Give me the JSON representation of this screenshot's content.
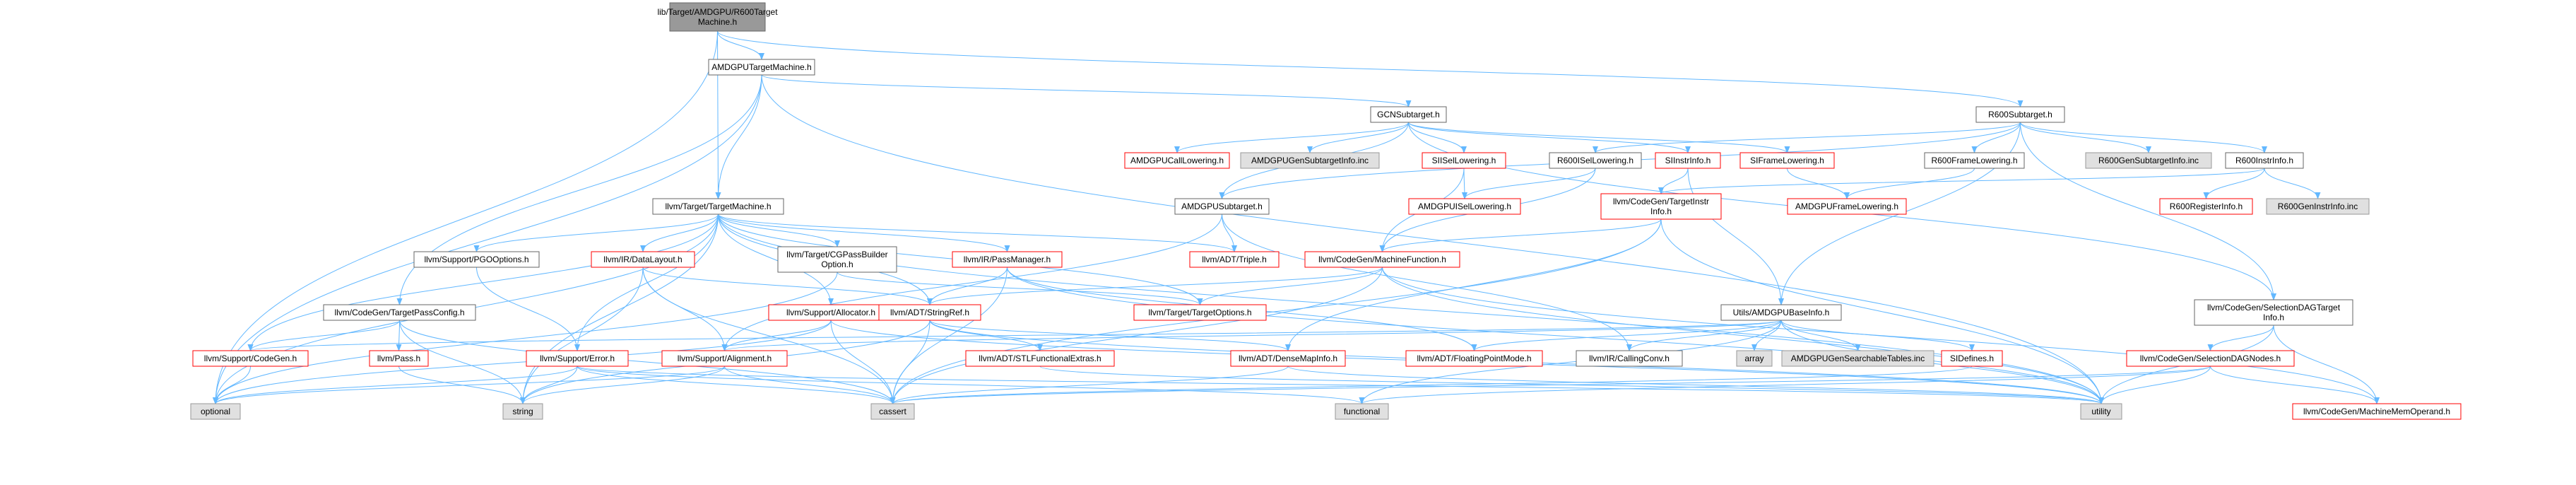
{
  "nodes": [
    {
      "id": "root",
      "label": [
        "lib/Target/AMDGPU/R600Target",
        "Machine.h"
      ],
      "style": "root",
      "link": false
    },
    {
      "id": "amdgpu_tm",
      "label": [
        "AMDGPUTargetMachine.h"
      ],
      "style": "normal",
      "link": false
    },
    {
      "id": "r600_sub",
      "label": [
        "R600Subtarget.h"
      ],
      "style": "normal",
      "link": false
    },
    {
      "id": "gcn_sub",
      "label": [
        "GCNSubtarget.h"
      ],
      "style": "normal",
      "link": false
    },
    {
      "id": "amdgpu_calllower",
      "label": [
        "AMDGPUCallLowering.h"
      ],
      "style": "red",
      "link": true
    },
    {
      "id": "amdgpu_gensub_inc",
      "label": [
        "AMDGPUGenSubtargetInfo.inc"
      ],
      "style": "gray",
      "link": false
    },
    {
      "id": "si_isel",
      "label": [
        "SIISelLowering.h"
      ],
      "style": "red",
      "link": true
    },
    {
      "id": "r600_isel",
      "label": [
        "R600ISelLowering.h"
      ],
      "style": "normal",
      "link": false
    },
    {
      "id": "si_instr",
      "label": [
        "SIInstrInfo.h"
      ],
      "style": "red",
      "link": true
    },
    {
      "id": "si_frame",
      "label": [
        "SIFrameLowering.h"
      ],
      "style": "red",
      "link": true
    },
    {
      "id": "r600_frame",
      "label": [
        "R600FrameLowering.h"
      ],
      "style": "normal",
      "link": false
    },
    {
      "id": "r600_gensub_inc",
      "label": [
        "R600GenSubtargetInfo.inc"
      ],
      "style": "gray",
      "link": false
    },
    {
      "id": "r600_instr",
      "label": [
        "R600InstrInfo.h"
      ],
      "style": "normal",
      "link": false
    },
    {
      "id": "target_machine",
      "label": [
        "llvm/Target/TargetMachine.h"
      ],
      "style": "normal",
      "link": false
    },
    {
      "id": "amdgpu_sub",
      "label": [
        "AMDGPUSubtarget.h"
      ],
      "style": "normal",
      "link": false
    },
    {
      "id": "amdgpu_isel",
      "label": [
        "AMDGPUISelLowering.h"
      ],
      "style": "red",
      "link": true
    },
    {
      "id": "tgt_instr",
      "label": [
        "llvm/CodeGen/TargetInstr",
        "Info.h"
      ],
      "style": "red",
      "link": true
    },
    {
      "id": "amdgpu_frame",
      "label": [
        "AMDGPUFrameLowering.h"
      ],
      "style": "red",
      "link": true
    },
    {
      "id": "r600_reg",
      "label": [
        "R600RegisterInfo.h"
      ],
      "style": "red",
      "link": true
    },
    {
      "id": "r600_geninstr_inc",
      "label": [
        "R600GenInstrInfo.inc"
      ],
      "style": "gray",
      "link": false
    },
    {
      "id": "pgo",
      "label": [
        "llvm/Support/PGOOptions.h"
      ],
      "style": "normal",
      "link": false
    },
    {
      "id": "datalayout",
      "label": [
        "llvm/IR/DataLayout.h"
      ],
      "style": "red",
      "link": true
    },
    {
      "id": "cgpass",
      "label": [
        "llvm/Target/CGPassBuilder",
        "Option.h"
      ],
      "style": "normal",
      "link": false
    },
    {
      "id": "passmgr",
      "label": [
        "llvm/IR/PassManager.h"
      ],
      "style": "red",
      "link": true
    },
    {
      "id": "triple",
      "label": [
        "llvm/ADT/Triple.h"
      ],
      "style": "red",
      "link": true
    },
    {
      "id": "mfunc",
      "label": [
        "llvm/CodeGen/MachineFunction.h"
      ],
      "style": "red",
      "link": true
    },
    {
      "id": "tpconfig",
      "label": [
        "llvm/CodeGen/TargetPassConfig.h"
      ],
      "style": "normal",
      "link": false
    },
    {
      "id": "allocator",
      "label": [
        "llvm/Support/Allocator.h"
      ],
      "style": "red",
      "link": true
    },
    {
      "id": "stringref",
      "label": [
        "llvm/ADT/StringRef.h"
      ],
      "style": "red",
      "link": true
    },
    {
      "id": "tgtopts",
      "label": [
        "llvm/Target/TargetOptions.h"
      ],
      "style": "red",
      "link": true
    },
    {
      "id": "basefo",
      "label": [
        "Utils/AMDGPUBaseInfo.h"
      ],
      "style": "normal",
      "link": false
    },
    {
      "id": "seldag_tgt",
      "label": [
        "llvm/CodeGen/SelectionDAGTarget",
        "Info.h"
      ],
      "style": "normal",
      "link": false
    },
    {
      "id": "supp_codegen",
      "label": [
        "llvm/Support/CodeGen.h"
      ],
      "style": "red",
      "link": true
    },
    {
      "id": "pass",
      "label": [
        "llvm/Pass.h"
      ],
      "style": "red",
      "link": true
    },
    {
      "id": "supp_error",
      "label": [
        "llvm/Support/Error.h"
      ],
      "style": "red",
      "link": true
    },
    {
      "id": "supp_align",
      "label": [
        "llvm/Support/Alignment.h"
      ],
      "style": "red",
      "link": true
    },
    {
      "id": "stlfunc",
      "label": [
        "llvm/ADT/STLFunctionalExtras.h"
      ],
      "style": "red",
      "link": true
    },
    {
      "id": "densemapinfo",
      "label": [
        "llvm/ADT/DenseMapInfo.h"
      ],
      "style": "red",
      "link": true
    },
    {
      "id": "floatpt",
      "label": [
        "llvm/ADT/FloatingPointMode.h"
      ],
      "style": "red",
      "link": true
    },
    {
      "id": "callingconv",
      "label": [
        "llvm/IR/CallingConv.h"
      ],
      "style": "normal",
      "link": false
    },
    {
      "id": "array",
      "label": [
        "array"
      ],
      "style": "gray",
      "link": false
    },
    {
      "id": "searchable_inc",
      "label": [
        "AMDGPUGenSearchableTables.inc"
      ],
      "style": "gray",
      "link": false
    },
    {
      "id": "sidefines",
      "label": [
        "SIDefines.h"
      ],
      "style": "red",
      "link": true
    },
    {
      "id": "seldagnodes",
      "label": [
        "llvm/CodeGen/SelectionDAGNodes.h"
      ],
      "style": "red",
      "link": true
    },
    {
      "id": "optional",
      "label": [
        "optional"
      ],
      "style": "gray",
      "link": false
    },
    {
      "id": "string",
      "label": [
        "string"
      ],
      "style": "gray",
      "link": false
    },
    {
      "id": "cassert",
      "label": [
        "cassert"
      ],
      "style": "gray",
      "link": false
    },
    {
      "id": "functional",
      "label": [
        "functional"
      ],
      "style": "gray",
      "link": false
    },
    {
      "id": "utility",
      "label": [
        "utility"
      ],
      "style": "gray",
      "link": false
    },
    {
      "id": "mmo",
      "label": [
        "llvm/CodeGen/MachineMemOperand.h"
      ],
      "style": "red",
      "link": true
    }
  ],
  "edges": [
    [
      "root",
      "amdgpu_tm"
    ],
    [
      "root",
      "r600_sub"
    ],
    [
      "root",
      "target_machine"
    ],
    [
      "root",
      "optional"
    ],
    [
      "amdgpu_tm",
      "gcn_sub"
    ],
    [
      "amdgpu_tm",
      "target_machine"
    ],
    [
      "amdgpu_tm",
      "tpconfig"
    ],
    [
      "amdgpu_tm",
      "optional"
    ],
    [
      "amdgpu_tm",
      "utility"
    ],
    [
      "gcn_sub",
      "amdgpu_calllower"
    ],
    [
      "gcn_sub",
      "amdgpu_gensub_inc"
    ],
    [
      "gcn_sub",
      "si_isel"
    ],
    [
      "gcn_sub",
      "si_frame"
    ],
    [
      "gcn_sub",
      "si_instr"
    ],
    [
      "gcn_sub",
      "amdgpu_sub"
    ],
    [
      "gcn_sub",
      "seldag_tgt"
    ],
    [
      "r600_sub",
      "r600_isel"
    ],
    [
      "r600_sub",
      "r600_frame"
    ],
    [
      "r600_sub",
      "r600_gensub_inc"
    ],
    [
      "r600_sub",
      "r600_instr"
    ],
    [
      "r600_sub",
      "amdgpu_sub"
    ],
    [
      "r600_sub",
      "basefo"
    ],
    [
      "r600_sub",
      "seldag_tgt"
    ],
    [
      "si_isel",
      "amdgpu_isel"
    ],
    [
      "si_isel",
      "mfunc"
    ],
    [
      "r600_isel",
      "amdgpu_isel"
    ],
    [
      "r600_isel",
      "mfunc"
    ],
    [
      "si_instr",
      "tgt_instr"
    ],
    [
      "si_instr",
      "basefo"
    ],
    [
      "si_frame",
      "amdgpu_frame"
    ],
    [
      "r600_frame",
      "amdgpu_frame"
    ],
    [
      "r600_instr",
      "r600_reg"
    ],
    [
      "r600_instr",
      "r600_geninstr_inc"
    ],
    [
      "r600_instr",
      "tgt_instr"
    ],
    [
      "target_machine",
      "pgo"
    ],
    [
      "target_machine",
      "datalayout"
    ],
    [
      "target_machine",
      "cgpass"
    ],
    [
      "target_machine",
      "passmgr"
    ],
    [
      "target_machine",
      "triple"
    ],
    [
      "target_machine",
      "stringref"
    ],
    [
      "target_machine",
      "allocator"
    ],
    [
      "target_machine",
      "supp_codegen"
    ],
    [
      "target_machine",
      "tgtopts"
    ],
    [
      "target_machine",
      "optional"
    ],
    [
      "target_machine",
      "string"
    ],
    [
      "target_machine",
      "utility"
    ],
    [
      "target_machine",
      "supp_error"
    ],
    [
      "amdgpu_sub",
      "triple"
    ],
    [
      "amdgpu_sub",
      "supp_align"
    ],
    [
      "amdgpu_sub",
      "callingconv"
    ],
    [
      "tgt_instr",
      "mfunc"
    ],
    [
      "tgt_instr",
      "densemapinfo"
    ],
    [
      "tgt_instr",
      "utility"
    ],
    [
      "tgt_instr",
      "cassert"
    ],
    [
      "mfunc",
      "tgtopts"
    ],
    [
      "mfunc",
      "stringref"
    ],
    [
      "mfunc",
      "mmo"
    ],
    [
      "mfunc",
      "cassert"
    ],
    [
      "mfunc",
      "utility"
    ],
    [
      "pgo",
      "supp_error"
    ],
    [
      "datalayout",
      "stringref"
    ],
    [
      "datalayout",
      "supp_align"
    ],
    [
      "datalayout",
      "cassert"
    ],
    [
      "datalayout",
      "string"
    ],
    [
      "cgpass",
      "tgtopts"
    ],
    [
      "cgpass",
      "optional"
    ],
    [
      "passmgr",
      "stringref"
    ],
    [
      "passmgr",
      "cassert"
    ],
    [
      "passmgr",
      "utility"
    ],
    [
      "passmgr",
      "floatpt"
    ],
    [
      "tpconfig",
      "supp_codegen"
    ],
    [
      "tpconfig",
      "pass"
    ],
    [
      "tpconfig",
      "string"
    ],
    [
      "tpconfig",
      "cassert"
    ],
    [
      "allocator",
      "supp_align"
    ],
    [
      "allocator",
      "cassert"
    ],
    [
      "allocator",
      "utility"
    ],
    [
      "allocator",
      "optional"
    ],
    [
      "stringref",
      "stlfunc"
    ],
    [
      "stringref",
      "densemapinfo"
    ],
    [
      "stringref",
      "cassert"
    ],
    [
      "stringref",
      "string"
    ],
    [
      "stringref",
      "utility"
    ],
    [
      "basefo",
      "supp_align"
    ],
    [
      "basefo",
      "floatpt"
    ],
    [
      "basefo",
      "callingconv"
    ],
    [
      "basefo",
      "array"
    ],
    [
      "basefo",
      "searchable_inc"
    ],
    [
      "basefo",
      "sidefines"
    ],
    [
      "basefo",
      "utility"
    ],
    [
      "basefo",
      "supp_codegen"
    ],
    [
      "basefo",
      "functional"
    ],
    [
      "seldag_tgt",
      "seldagnodes"
    ],
    [
      "seldag_tgt",
      "mmo"
    ],
    [
      "seldag_tgt",
      "utility"
    ],
    [
      "seldagnodes",
      "mmo"
    ],
    [
      "seldagnodes",
      "cassert"
    ],
    [
      "seldagnodes",
      "utility"
    ],
    [
      "seldagnodes",
      "functional"
    ],
    [
      "supp_codegen",
      "optional"
    ],
    [
      "pass",
      "string"
    ],
    [
      "supp_error",
      "string"
    ],
    [
      "supp_error",
      "cassert"
    ],
    [
      "supp_error",
      "optional"
    ],
    [
      "supp_error",
      "utility"
    ],
    [
      "supp_error",
      "functional"
    ],
    [
      "supp_align",
      "cassert"
    ],
    [
      "supp_align",
      "string"
    ],
    [
      "supp_align",
      "optional"
    ],
    [
      "stlfunc",
      "utility"
    ],
    [
      "densemapinfo",
      "cassert"
    ],
    [
      "densemapinfo",
      "utility"
    ],
    [
      "sidefines",
      "cassert"
    ]
  ],
  "colors": {
    "edge": "#63b8ff",
    "root_fill": "#999999",
    "root_stroke": "#666666",
    "normal_stroke": "#666666",
    "red_stroke": "#ff0000",
    "gray_fill": "#e0e0e0",
    "gray_stroke": "#999999"
  }
}
